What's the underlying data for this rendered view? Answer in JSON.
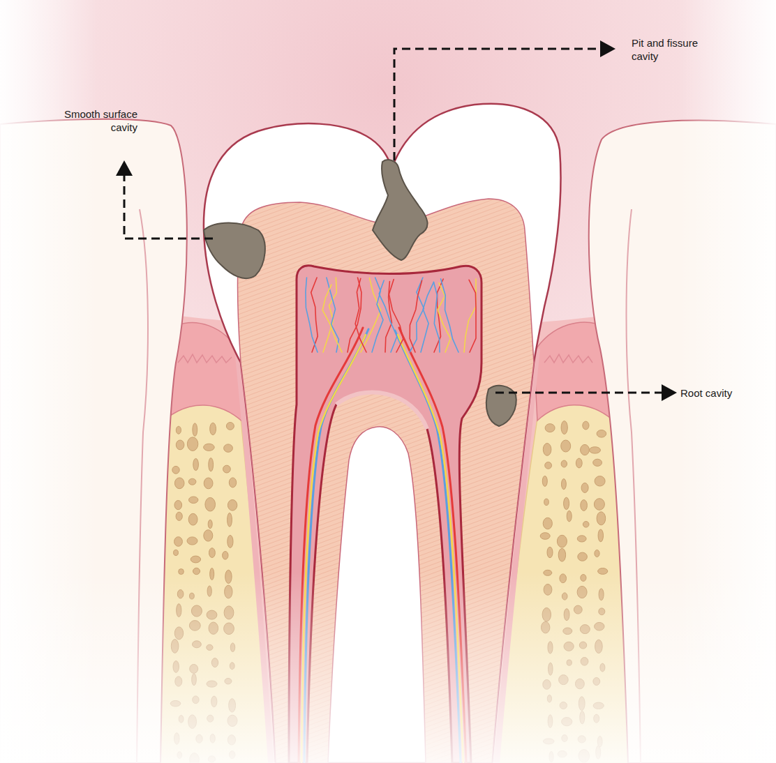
{
  "diagram": {
    "labels": [
      "Pit and fissure cavity",
      "Smooth surface cavity",
      "Root cavity"
    ]
  }
}
